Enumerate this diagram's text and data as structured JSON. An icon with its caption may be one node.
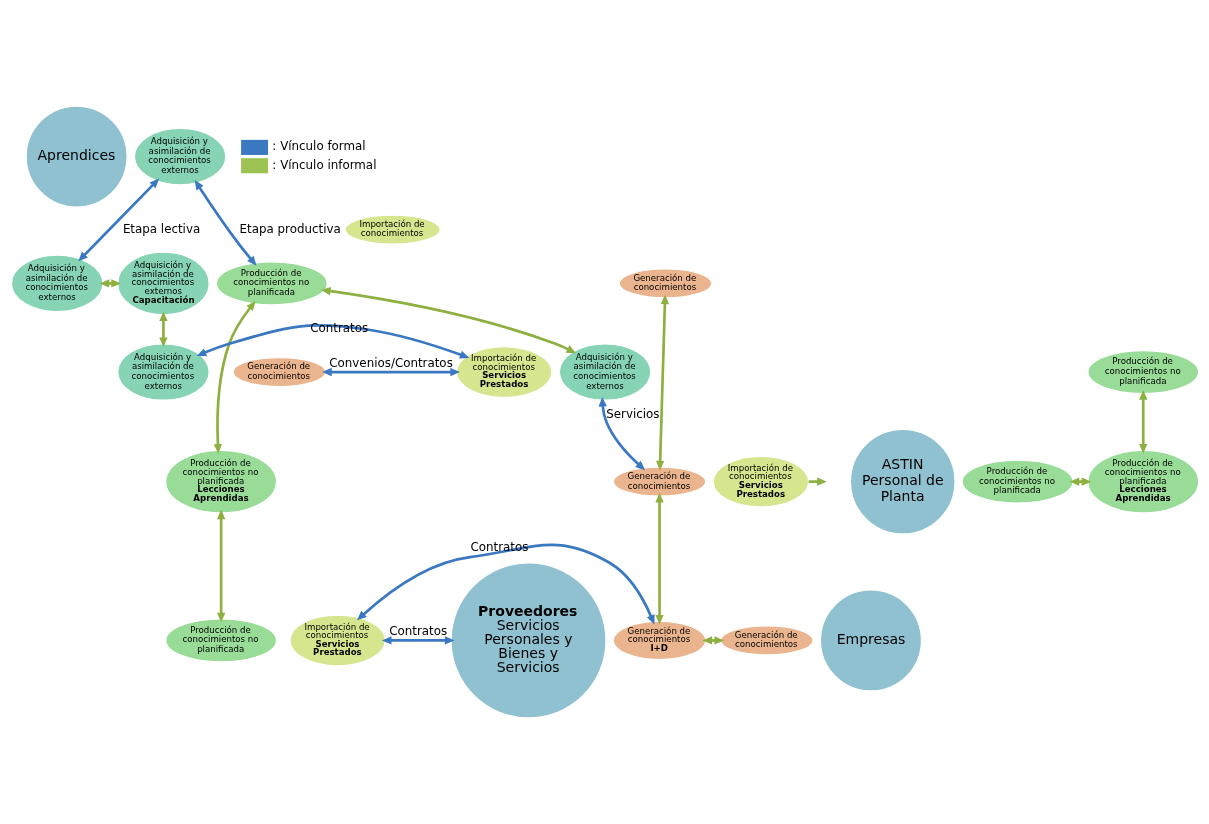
{
  "diagram": {
    "nodes": [
      {
        "text": [
          "Aprendices"
        ]
      },
      {
        "text": [
          "Adquisición y asimilación de conocimientos externos"
        ]
      },
      {
        "text": [
          "Producción de conocimientos no planificada"
        ]
      },
      {
        "text": [
          "Generación de conocimientos"
        ]
      },
      {
        "text": [
          "Importación de conocimientos",
          "Servicios Prestados"
        ]
      },
      {
        "text": [
          "Producción de conocimientos no planificada",
          "Lecciones Aprendidas"
        ]
      },
      {
        "text": [
          "Empresas"
        ]
      },
      {
        "text": [
          "Adquisición y asimilación de conocimientos externos"
        ]
      },
      {
        "text": [
          "Producción de conocimientos no planificada"
        ]
      },
      {
        "text": [
          "Generación de conocimientos"
        ]
      },
      {
        "text": [
          "Importación de conocimientos",
          "Servicios Prestados"
        ]
      },
      {
        "text": [
          "ASTIN Personal de Planta"
        ]
      },
      {
        "text": [
          "Adquisición y asimilación de conocimientos externos"
        ]
      },
      {
        "text": [
          "Producción de conocimientos no planificada"
        ]
      },
      {
        "text": [
          "Generación de conocimientos"
        ]
      },
      {
        "text": [
          "Importación de conocimientos",
          "Servicios Prestados"
        ]
      },
      {
        "text": [
          "Adquisición y asimilación de conocimientos externos",
          "Capacitación"
        ]
      },
      {
        "text": [
          "Producción de conocimientos no planificada",
          "Lecciones Aprendidas"
        ]
      },
      {
        "text": [
          "Generación de conocimientos",
          "I+D"
        ]
      },
      {
        "text": [
          "Proveedores",
          "Servicios Personales y Bienes y Servicios"
        ]
      },
      {
        "text": [
          "Adquisición y asimilación de conocimientos externos"
        ]
      },
      {
        "text": [
          "Generación de conocimientos"
        ]
      },
      {
        "text": [
          "Producción de conocimientos no planificada"
        ]
      },
      {
        "text": [
          "Importación de conocimientos"
        ]
      }
    ],
    "edges": [
      {
        "from": 2,
        "to": 1,
        "arrow": "both",
        "label": "Etapa productiva",
        "color": "#3a78c2"
      },
      {
        "from": 1,
        "to": 12,
        "arrow": "both",
        "label": "Etapa lectiva",
        "color": "#3a78c2"
      },
      {
        "from": 2,
        "to": 5,
        "arrow": "both"
      },
      {
        "from": 2,
        "to": 7,
        "arrow": "both"
      },
      {
        "from": 3,
        "to": 14,
        "arrow": "both"
      },
      {
        "from": 4,
        "to": null,
        "arrow": "to"
      },
      {
        "from": 7,
        "to": 14,
        "arrow": "both",
        "label": "Servicios",
        "color": "#3a78c2"
      },
      {
        "from": 5,
        "to": 8,
        "arrow": "both"
      },
      {
        "from": 12,
        "to": 16,
        "arrow": "both"
      },
      {
        "from": 13,
        "to": 17,
        "arrow": "both"
      },
      {
        "from": 16,
        "to": 20,
        "arrow": "both"
      },
      {
        "from": 14,
        "to": 18,
        "arrow": "both"
      },
      {
        "from": 9,
        "to": 15,
        "arrow": "both",
        "label": "Convenios/Contratos",
        "color": "#3a78c2"
      },
      {
        "from": 15,
        "to": 20,
        "arrow": "both",
        "label": "Contratos",
        "color": "#3a78c2"
      },
      {
        "from": 17,
        "to": 22,
        "arrow": "both"
      },
      {
        "from": 10,
        "to": 18,
        "arrow": "both",
        "label": "Contratos",
        "color": "#3a78c2"
      },
      {
        "from": 18,
        "to": 21,
        "arrow": "both"
      },
      {
        "from": 10,
        "to": 19,
        "arrow": "both",
        "label": "Contratos",
        "color": "#3a78c2"
      }
    ],
    "legend": [
      {
        "text": ": Vínculo formal",
        "color": "#3a78c2"
      },
      {
        "text": ": Vínculo informal",
        "color": "#9cc251"
      }
    ]
  }
}
